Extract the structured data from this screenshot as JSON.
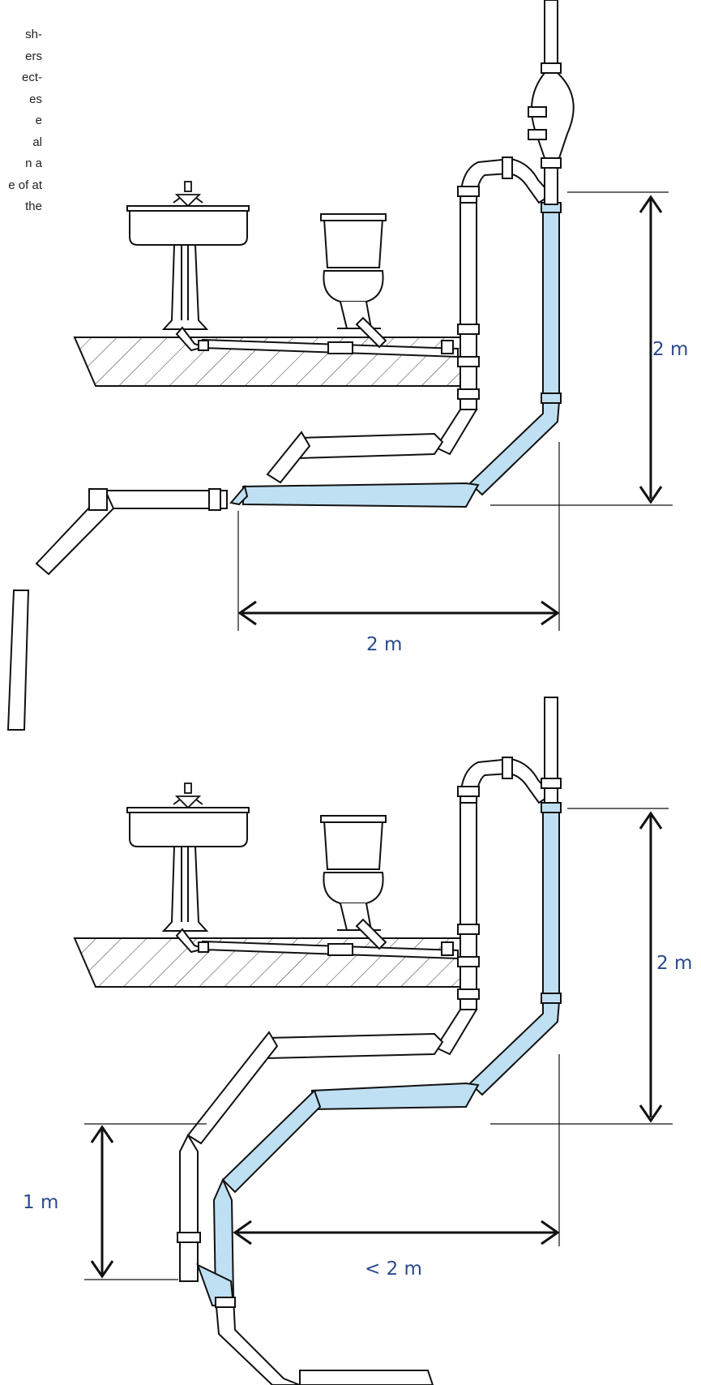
{
  "text_fragment": {
    "lines": [
      "sh-",
      "ers",
      "ect-",
      "es",
      "e",
      "al",
      "n a",
      "e of at",
      "the"
    ]
  },
  "top_diagram": {
    "vertical_dimension": "2 m",
    "horizontal_dimension": "2 m"
  },
  "bottom_diagram": {
    "vertical_dimension": "2 m",
    "left_vertical_dimension": "1 m",
    "horizontal_dimension": "< 2 m"
  },
  "colors": {
    "highlight_pipe": "#bfe0f2",
    "outline": "#111111",
    "dimension_text": "#2b4a8b",
    "dimension_arrow": "#111111"
  }
}
